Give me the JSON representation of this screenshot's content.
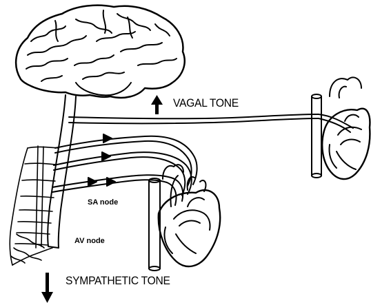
{
  "labels": {
    "vagal": "VAGAL TONE",
    "sympathetic": "SYMPATHETIC TONE",
    "sa_node": "SA node",
    "av_node": "AV node"
  },
  "arrows": {
    "vagal": "up",
    "sympathetic": "down"
  },
  "colors": {
    "ink": "#000000",
    "paper": "#ffffff"
  }
}
